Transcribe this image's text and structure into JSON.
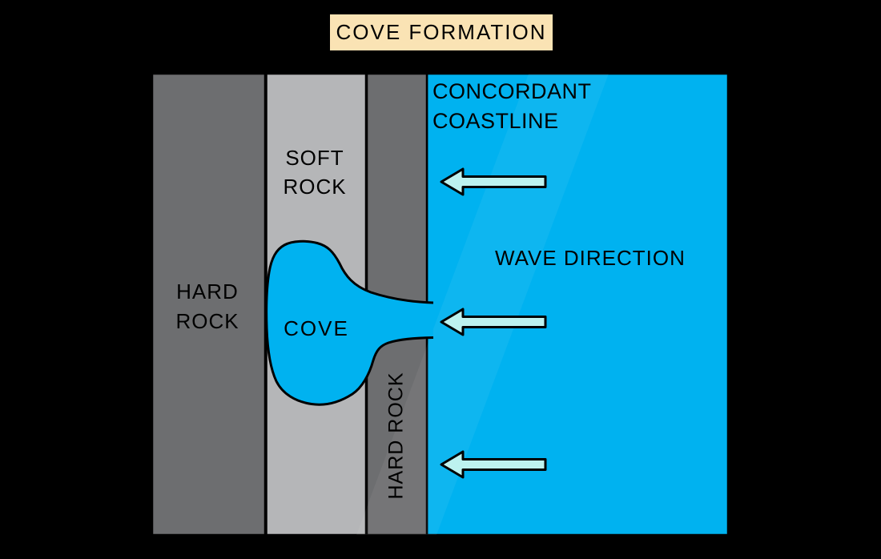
{
  "title": {
    "label": "COVE FORMATION"
  },
  "labels": {
    "coastline_line1": "CONCORDANT",
    "coastline_line2": "COASTLINE",
    "wave_direction": "WAVE DIRECTION",
    "soft_rock_line1": "SOFT",
    "soft_rock_line2": "ROCK",
    "hard_rock_left_line1": "HARD",
    "hard_rock_left_line2": "ROCK",
    "hard_rock_vertical": "HARD ROCK",
    "cove": "COVE"
  },
  "icons": {
    "wave_arrow": {
      "name": "left-arrow-icon",
      "direction": "left",
      "count": 3
    }
  },
  "colors": {
    "background": "#000000",
    "sea": "#00b2f0",
    "hard_rock": "#6d6e70",
    "soft_rock": "#b5b6b8",
    "arrow_fill": "#bdf2ef",
    "title_box": "#fae3b4",
    "outline": "#000000"
  }
}
